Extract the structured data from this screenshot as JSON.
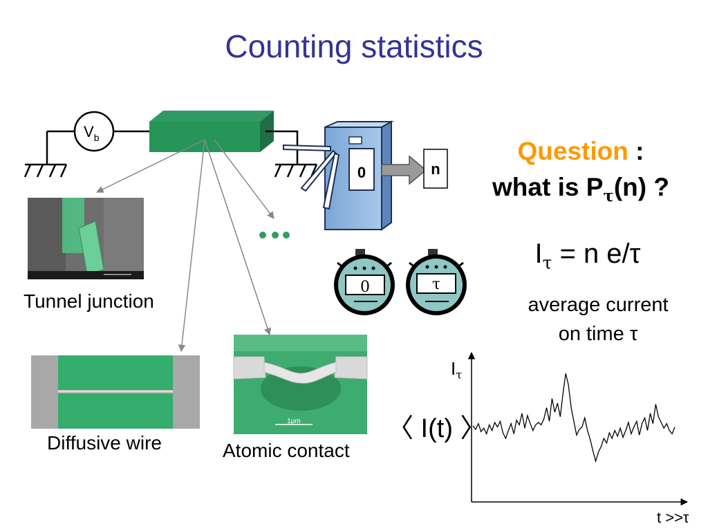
{
  "title": "Counting statistics",
  "circuit": {
    "source_symbol": "V",
    "source_subscript": "b",
    "counter_start": "0",
    "counter_end": "n"
  },
  "samples": {
    "tunnel_junction": "Tunnel junction",
    "diffusive_wire": "Diffusive wire",
    "atomic_contact": "Atomic contact",
    "scale_bar": "1μm"
  },
  "stopwatches": {
    "start_value": "0",
    "end_value": "τ"
  },
  "question": {
    "word": "Question",
    "colon": " :",
    "line2_prefix": "what is P",
    "line2_subscript": "τ",
    "line2_suffix": "(n) ?"
  },
  "formula": {
    "lhs": "I",
    "lhs_subscript": "τ",
    "rhs": " = n e/τ"
  },
  "average_note": {
    "line1": "average current",
    "line2": "on time τ"
  },
  "plot": {
    "mean_label": "〈 I(t) 〉",
    "y_label": "I",
    "y_label_subscript": "τ",
    "x_label": "t >>τ",
    "colors": {
      "trace": "#000000",
      "axes": "#000000"
    },
    "trace_points": [
      [
        0,
        0.0
      ],
      [
        4,
        -0.15
      ],
      [
        8,
        0.1
      ],
      [
        12,
        -0.25
      ],
      [
        16,
        -0.1
      ],
      [
        20,
        -0.35
      ],
      [
        24,
        0.05
      ],
      [
        28,
        -0.2
      ],
      [
        32,
        0.15
      ],
      [
        36,
        -0.05
      ],
      [
        40,
        0.2
      ],
      [
        44,
        -0.3
      ],
      [
        48,
        -0.55
      ],
      [
        52,
        -0.2
      ],
      [
        56,
        0.1
      ],
      [
        60,
        -0.35
      ],
      [
        64,
        0.25
      ],
      [
        68,
        0.05
      ],
      [
        72,
        0.55
      ],
      [
        76,
        -0.1
      ],
      [
        80,
        0.45
      ],
      [
        84,
        0.1
      ],
      [
        88,
        -0.2
      ],
      [
        92,
        0.05
      ],
      [
        96,
        0.15
      ],
      [
        100,
        0.05
      ],
      [
        104,
        0.3
      ],
      [
        108,
        0.8
      ],
      [
        112,
        0.2
      ],
      [
        116,
        1.2
      ],
      [
        120,
        0.6
      ],
      [
        124,
        1.0
      ],
      [
        128,
        0.4
      ],
      [
        132,
        1.4
      ],
      [
        136,
        2.3
      ],
      [
        140,
        1.8
      ],
      [
        144,
        0.8
      ],
      [
        148,
        0.2
      ],
      [
        152,
        -0.4
      ],
      [
        156,
        -0.15
      ],
      [
        160,
        -0.05
      ],
      [
        164,
        0.35
      ],
      [
        168,
        -0.2
      ],
      [
        172,
        -0.6
      ],
      [
        176,
        -1.1
      ],
      [
        180,
        -1.55
      ],
      [
        184,
        -1.15
      ],
      [
        188,
        -0.9
      ],
      [
        192,
        -0.55
      ],
      [
        196,
        -0.75
      ],
      [
        200,
        -0.3
      ],
      [
        204,
        -0.55
      ],
      [
        208,
        -0.2
      ],
      [
        212,
        -0.45
      ],
      [
        216,
        -0.1
      ],
      [
        220,
        -0.5
      ],
      [
        224,
        -0.2
      ],
      [
        228,
        0.15
      ],
      [
        232,
        -0.35
      ],
      [
        236,
        -0.05
      ],
      [
        240,
        0.2
      ],
      [
        244,
        -0.4
      ],
      [
        248,
        0.1
      ],
      [
        252,
        0.35
      ],
      [
        256,
        -0.2
      ],
      [
        260,
        0.55
      ],
      [
        264,
        0.1
      ],
      [
        268,
        0.95
      ],
      [
        272,
        0.4
      ],
      [
        276,
        0.15
      ],
      [
        280,
        -0.1
      ],
      [
        284,
        0.1
      ],
      [
        288,
        -0.2
      ],
      [
        292,
        -0.35
      ],
      [
        296,
        -0.05
      ]
    ]
  }
}
